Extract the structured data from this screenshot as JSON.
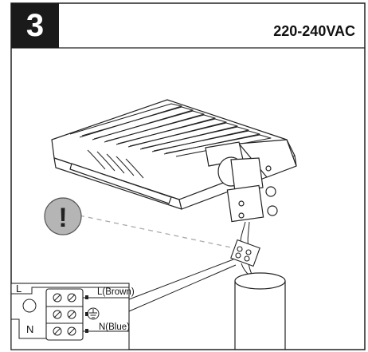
{
  "step": {
    "number": "3"
  },
  "header": {
    "voltage": "220-240VAC"
  },
  "caution": {
    "glyph": "!",
    "icon": "exclamation-icon"
  },
  "terminal_block": {
    "live_label": "L(Brown)",
    "neutral_label": "N(Blue)",
    "live_letter": "L",
    "neutral_letter": "N",
    "ground_icon": "ground-symbol-icon"
  }
}
